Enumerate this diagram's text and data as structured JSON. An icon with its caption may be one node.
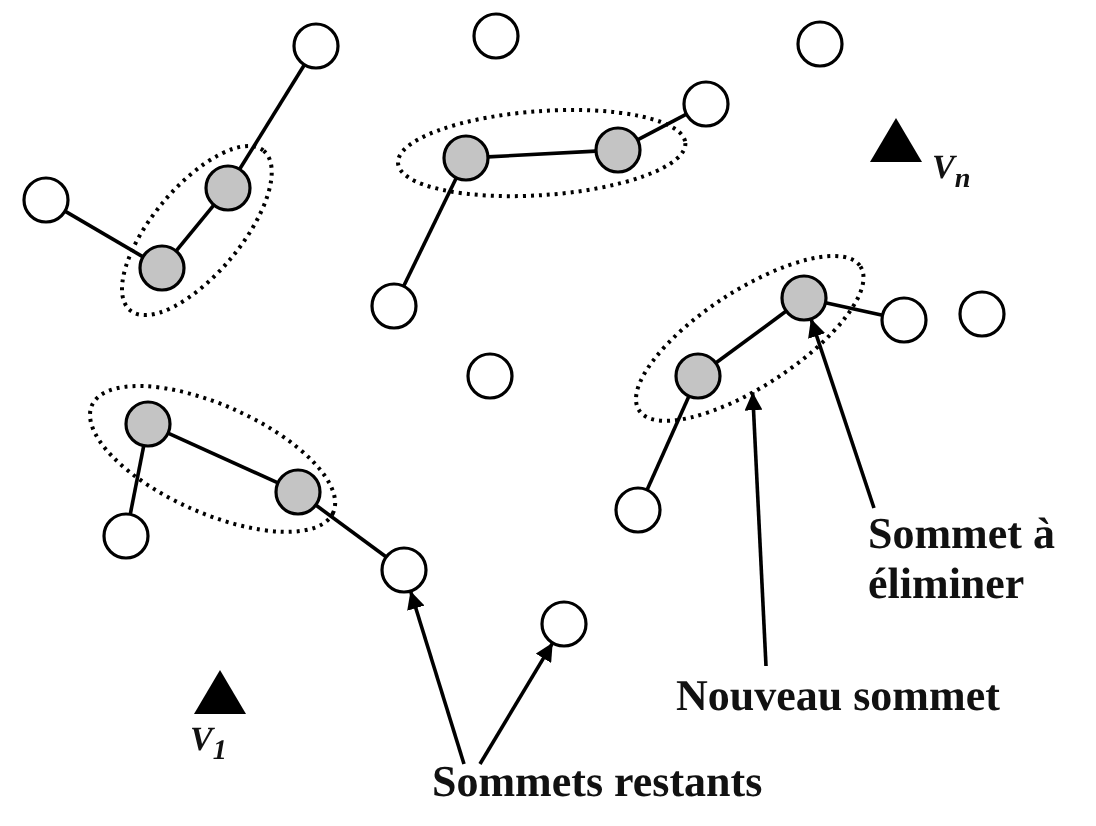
{
  "diagram": {
    "nodes": [
      {
        "text": [],
        "shape": "circle"
      },
      {
        "text": [],
        "shape": "circle"
      },
      {
        "text": [],
        "shape": "circle"
      },
      {
        "text": [],
        "shape": "circle"
      },
      {
        "text": [],
        "shape": "ellipse"
      },
      {
        "text": [],
        "shape": "circle",
        "in": 4
      },
      {
        "text": [],
        "shape": "circle",
        "in": 4
      },
      {
        "text": [],
        "shape": "triangle",
        "beside": [
          "V$_{n}$"
        ]
      },
      {
        "text": [],
        "shape": "ellipse"
      },
      {
        "text": [],
        "shape": "circle",
        "in": 8
      },
      {
        "text": [],
        "shape": "circle",
        "in": 8
      },
      {
        "text": [],
        "shape": "circle"
      },
      {
        "text": [],
        "shape": "circle"
      },
      {
        "text": [],
        "shape": "ellipse"
      },
      {
        "text": [],
        "shape": "circle",
        "in": 13
      },
      {
        "text": [],
        "shape": "circle",
        "in": 13
      },
      {
        "text": [],
        "shape": "circle"
      },
      {
        "text": [],
        "shape": "circle"
      },
      {
        "text": [],
        "shape": "circle"
      },
      {
        "text": [],
        "shape": "ellipse"
      },
      {
        "text": [],
        "shape": "circle",
        "in": 19
      },
      {
        "text": [],
        "shape": "circle",
        "in": 19
      },
      {
        "text": [],
        "shape": "circle"
      },
      {
        "text": [],
        "shape": "circle"
      },
      {
        "text": [],
        "shape": "circle"
      },
      {
        "text": [],
        "shape": "circle"
      },
      {
        "text": [
          "Sommet à éliminer"
        ]
      },
      {
        "text": [],
        "shape": "triangle",
        "beside": [
          "V$_{1}$"
        ]
      },
      {
        "text": [
          "Nouveau sommet"
        ]
      },
      {
        "text": [
          "Sommets restants"
        ]
      }
    ],
    "edges": [
      {
        "from": 0,
        "to": 9,
        "arrow": "none"
      },
      {
        "from": 9,
        "to": 10,
        "arrow": "none"
      },
      {
        "from": 11,
        "to": 10,
        "arrow": "none"
      },
      {
        "from": 5,
        "to": 6,
        "arrow": "none"
      },
      {
        "from": 6,
        "to": 3,
        "arrow": "none"
      },
      {
        "from": 12,
        "to": 5,
        "arrow": "none"
      },
      {
        "from": 14,
        "to": 15,
        "arrow": "none"
      },
      {
        "from": 14,
        "to": 16,
        "arrow": "none"
      },
      {
        "from": 15,
        "to": 22,
        "arrow": "none"
      },
      {
        "from": 20,
        "to": 21,
        "arrow": "none"
      },
      {
        "from": 20,
        "to": 23,
        "arrow": "none"
      },
      {
        "from": 21,
        "to": 24,
        "arrow": "none"
      },
      {
        "from": 26,
        "to": 14,
        "arrow": "to"
      },
      {
        "from": 28,
        "to": 13,
        "arrow": "to"
      },
      {
        "from": 29,
        "to": 24,
        "arrow": "to"
      },
      {
        "from": 29,
        "to": 25,
        "arrow": "to"
      }
    ]
  }
}
